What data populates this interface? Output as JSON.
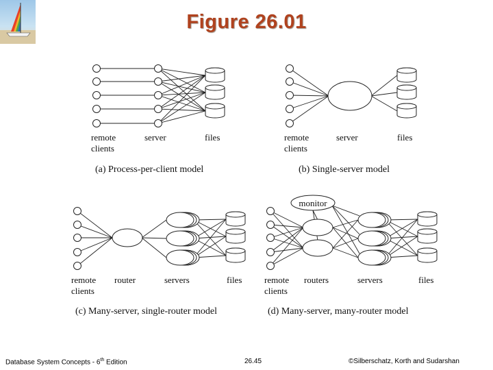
{
  "slide": {
    "title": "Figure 26.01"
  },
  "panels": [
    {
      "caption": "(a) Process-per-client model",
      "labels": {
        "clients_line1": "remote",
        "clients_line2": "clients",
        "server": "server",
        "files": "files"
      }
    },
    {
      "caption": "(b) Single-server model",
      "labels": {
        "clients_line1": "remote",
        "clients_line2": "clients",
        "server": "server",
        "files": "files"
      }
    },
    {
      "caption": "(c) Many-server, single-router model",
      "labels": {
        "clients_line1": "remote",
        "clients_line2": "clients",
        "router": "router",
        "servers": "servers",
        "files": "files"
      }
    },
    {
      "caption": "(d) Many-server, many-router model",
      "labels": {
        "clients_line1": "remote",
        "clients_line2": "clients",
        "routers": "routers",
        "servers": "servers",
        "files": "files",
        "monitor": "monitor"
      }
    }
  ],
  "footer": {
    "book_prefix": "Database System Concepts - 6",
    "book_sup": "th",
    "book_suffix": " Edition",
    "page": "26.45",
    "copyright": "©Silberschatz, Korth and Sudarshan"
  },
  "colors": {
    "title": "#b0421e",
    "stroke": "#222222",
    "disk_fill": "#ffffff"
  }
}
